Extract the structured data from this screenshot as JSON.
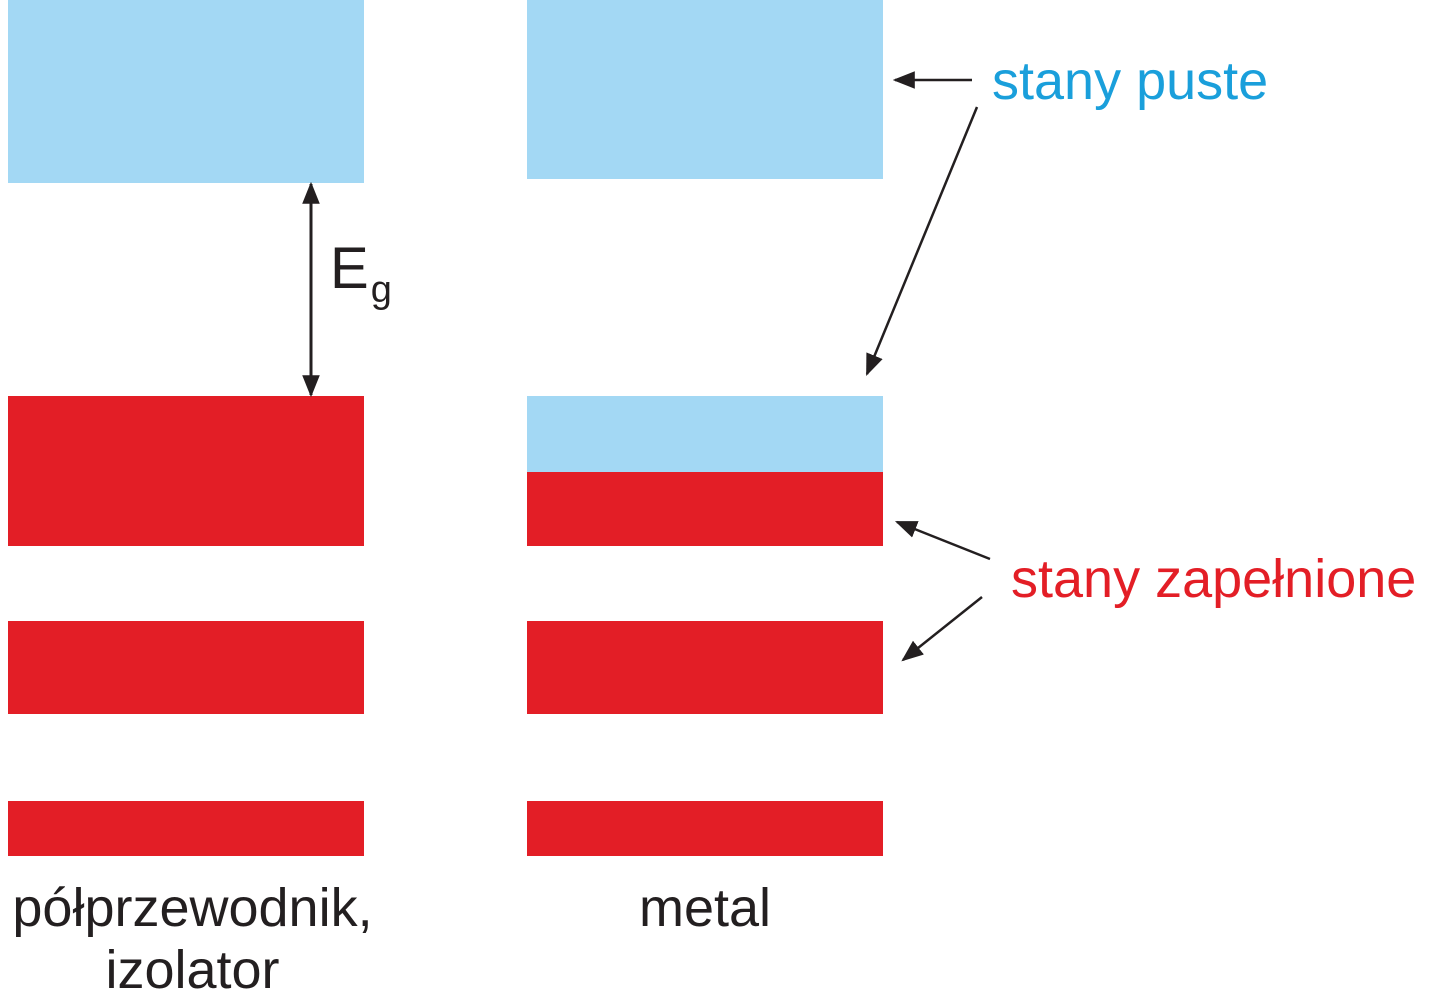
{
  "colors": {
    "empty": "#a3d8f4",
    "filled": "#e31e26",
    "empty_text": "#1a9fdb",
    "filled_text": "#e31e26",
    "ink": "#231f20"
  },
  "labels": {
    "empty_states": "stany puste",
    "filled_states": "stany zapełnione",
    "semiconductor_line1": "półprzewodnik,",
    "semiconductor_line2": "izolator",
    "metal": "metal",
    "gap_symbol": "E",
    "gap_subscript": "g"
  },
  "columns": [
    {
      "name": "semiconductor",
      "bands": [
        {
          "state": "empty"
        },
        {
          "state": "filled"
        },
        {
          "state": "filled"
        },
        {
          "state": "filled"
        }
      ]
    },
    {
      "name": "metal",
      "bands": [
        {
          "state": "empty"
        },
        {
          "state": "partially-filled"
        },
        {
          "state": "filled"
        },
        {
          "state": "filled"
        }
      ]
    }
  ]
}
